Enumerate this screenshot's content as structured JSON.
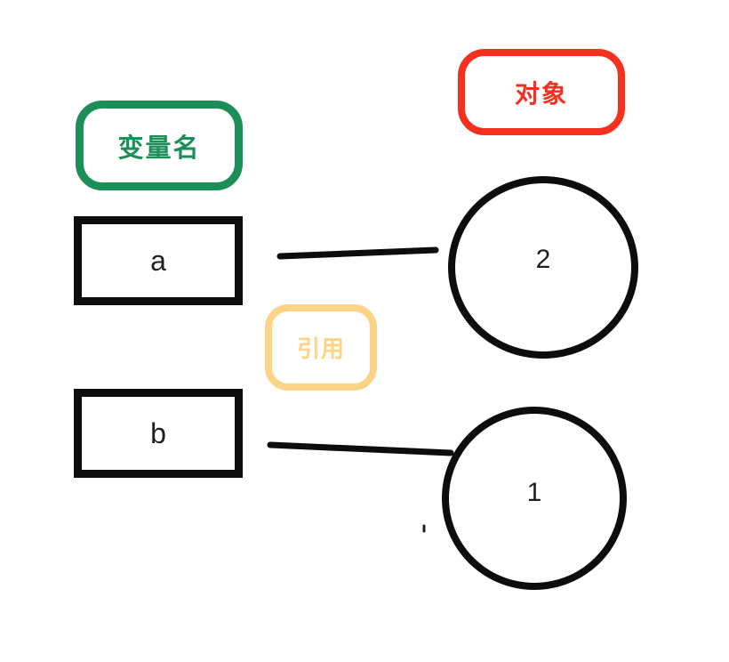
{
  "legend": {
    "variable_name_label": "变量名",
    "object_label": "对象",
    "reference_label": "引用"
  },
  "variables": [
    {
      "name": "a"
    },
    {
      "name": "b"
    }
  ],
  "objects": [
    {
      "value": "2"
    },
    {
      "value": "1"
    }
  ],
  "connections": [
    {
      "from": "a",
      "to": "2"
    },
    {
      "from": "b",
      "to": "1"
    }
  ],
  "colors": {
    "variable_label_green": "#1b8f57",
    "object_label_red": "#f5301f",
    "reference_label_yellow": "#fbd488",
    "shape_black": "#0d0d0d",
    "text_dark": "#1f1f1f",
    "background": "#ffffff"
  }
}
